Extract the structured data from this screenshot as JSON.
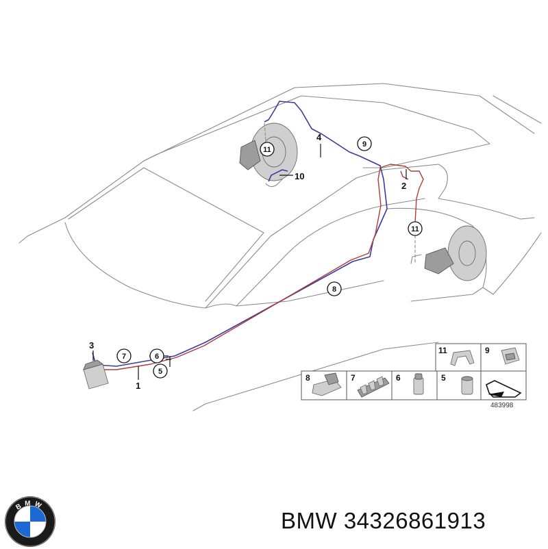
{
  "callouts": {
    "c1": "1",
    "c2": "2",
    "c3": "3",
    "c4": "4",
    "c5": "5",
    "c6": "6",
    "c7": "7",
    "c8": "8",
    "c9": "9",
    "c10": "10",
    "c11a": "11",
    "c11b": "11"
  },
  "legend": {
    "items": [
      {
        "number": "11",
        "icon": "clip-icon"
      },
      {
        "number": "9",
        "icon": "connector-icon"
      },
      {
        "number": "8",
        "icon": "holder-icon"
      },
      {
        "number": "7",
        "icon": "bracket-icon"
      },
      {
        "number": "6",
        "icon": "union-nut-icon"
      },
      {
        "number": "5",
        "icon": "sleeve-icon"
      }
    ],
    "diagram_id": "483998"
  },
  "brand": {
    "logo_icon": "bmw-roundel-icon",
    "logo_text": "BMW",
    "title": "BMW 34326861913"
  },
  "colors": {
    "brake_line_blue": "#3a3a9e",
    "brake_line_red": "#b03a3a",
    "logo_blue": "#1c69d4"
  }
}
